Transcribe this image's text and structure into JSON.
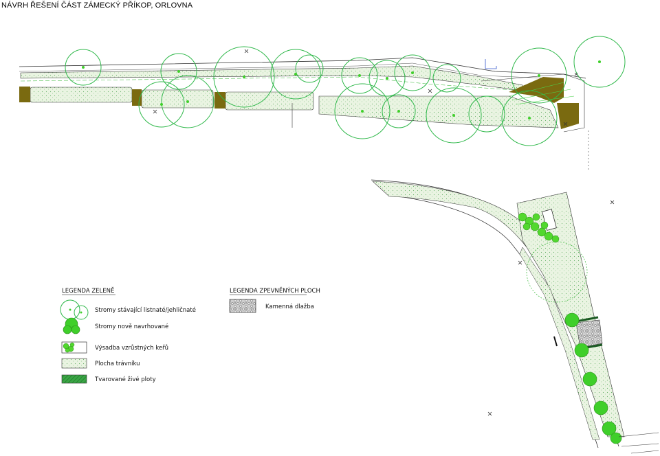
{
  "title": "NÁVRH ŘEŠENÍ ČÁST ZÁMECKÝ PŘÍKOP, ORLOVNA",
  "legend_green": {
    "heading": "LEGENDA ZELENĚ",
    "items": [
      {
        "label": "Stromy stávající listnaté/jehličnaté",
        "icon": "existing-tree-icon"
      },
      {
        "label": "Stromy nově navrhované",
        "icon": "new-tree-icon"
      },
      {
        "label": "Výsadba vzrůstných keřů",
        "icon": "shrub-planting-icon"
      },
      {
        "label": "Plocha trávníku",
        "icon": "lawn-area-icon"
      },
      {
        "label": "Tvarované živé ploty",
        "icon": "hedge-icon"
      }
    ]
  },
  "legend_paved": {
    "heading": "LEGENDA ZPEVNĚNÝCH PLOCH",
    "items": [
      {
        "label": "Kamenná dlažba",
        "icon": "stone-paving-icon"
      }
    ]
  },
  "colors": {
    "tree_outline": "#2fb84a",
    "new_tree": "#3fcf2a",
    "lawn": "#e8f3df",
    "hedge": "#2f9a3a",
    "olive": "#7a6a10",
    "line": "#222222"
  }
}
